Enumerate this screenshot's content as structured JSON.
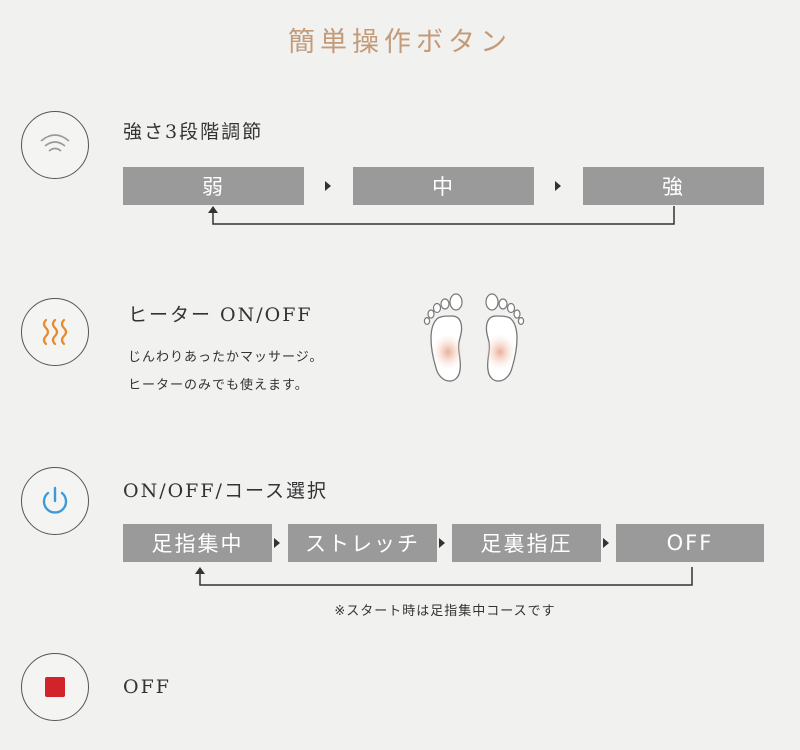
{
  "title": "簡単操作ボタン",
  "strength": {
    "icon": "wave-signal-icon",
    "heading": "強さ3段階調節",
    "steps": [
      "弱",
      "中",
      "強"
    ]
  },
  "heater": {
    "icon": "heat-wave-icon",
    "heading": "ヒーター ON/OFF",
    "desc1": "じんわりあったかマッサージ。",
    "desc2": "ヒーターのみでも使えます。",
    "illustration": "feet-heat-icon"
  },
  "power": {
    "icon": "power-icon",
    "heading": "ON/OFF/コース選択",
    "steps": [
      "足指集中",
      "ストレッチ",
      "足裏指圧",
      "OFF"
    ],
    "note": "※スタート時は足指集中コースです"
  },
  "off": {
    "icon": "stop-icon",
    "heading": "OFF"
  },
  "colors": {
    "accent": "#c49a78",
    "box": "#9a9a9a",
    "heat": "#e8892e",
    "power": "#3d9ad8",
    "stop": "#d2232a"
  }
}
